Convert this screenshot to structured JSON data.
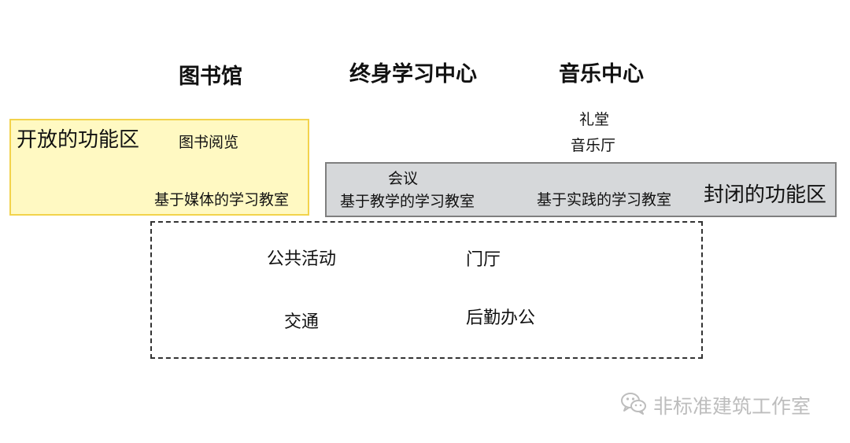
{
  "headings": {
    "library": "图书馆",
    "lifelong_learning": "终身学习中心",
    "music": "音乐中心"
  },
  "open_zone": {
    "label": "开放的功能区",
    "reading": "图书阅览",
    "media_classroom": "基于媒体的学习教室"
  },
  "music_items": {
    "auditorium": "礼堂",
    "music_hall": "音乐厅"
  },
  "closed_zone": {
    "label": "封闭的功能区",
    "meeting": "会议",
    "teaching_classroom": "基于教学的学习教室",
    "practice_classroom": "基于实践的学习教室"
  },
  "shared_zone": {
    "public_activity": "公共活动",
    "lobby": "门厅",
    "traffic": "交通",
    "logistics_office": "后勤办公"
  },
  "watermark": {
    "icon": "wechat-icon",
    "text": "非标准建筑工作室"
  },
  "colors": {
    "open_fill": "#fff9c2",
    "open_border": "#f2d34c",
    "closed_fill": "#d6d8da",
    "closed_border": "#7f7f7f",
    "dashed_border": "#333333",
    "watermark": "#bdbdbd"
  }
}
